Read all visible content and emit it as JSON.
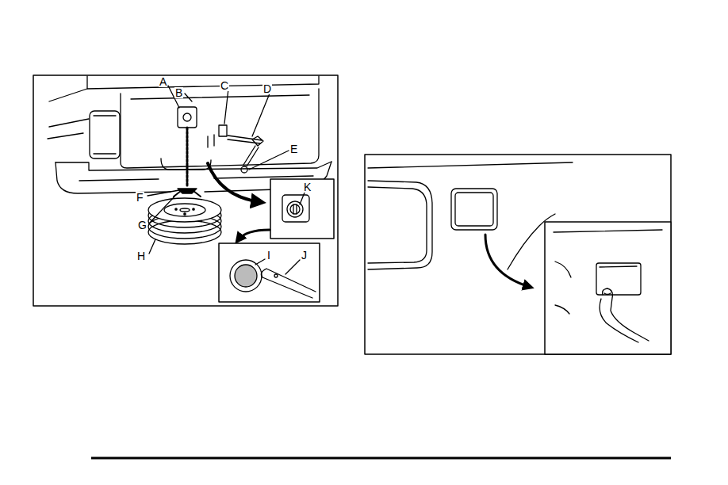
{
  "diagram": {
    "labels": [
      "A",
      "B",
      "C",
      "D",
      "E",
      "F",
      "G",
      "H",
      "I",
      "J",
      "K"
    ]
  }
}
